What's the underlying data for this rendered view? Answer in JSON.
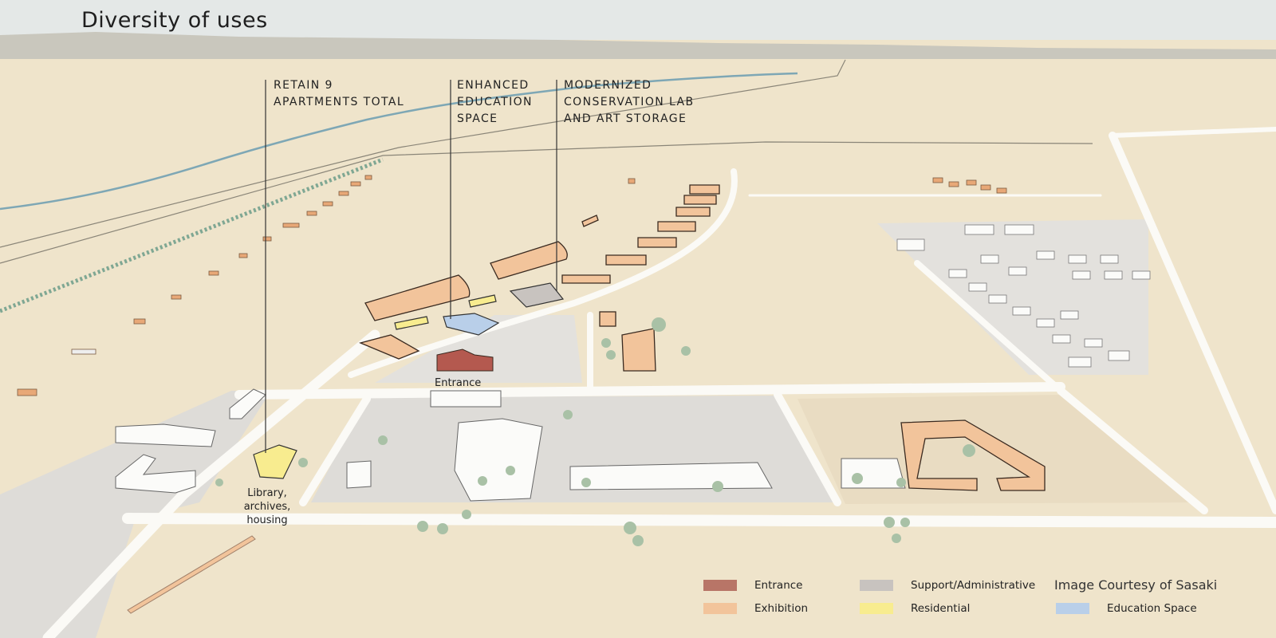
{
  "title": "Diversity of uses",
  "callouts": [
    {
      "line1": "RETAIN 9",
      "line2": "APARTMENTS TOTAL",
      "line3": ""
    },
    {
      "line1": "ENHANCED",
      "line2": "EDUCATION",
      "line3": "SPACE"
    },
    {
      "line1": "MODERNIZED",
      "line2": "CONSERVATION LAB",
      "line3": "AND ART STORAGE"
    }
  ],
  "labels": {
    "entrance": "Entrance",
    "library": [
      "Library,",
      "archives,",
      "housing"
    ]
  },
  "legend": [
    {
      "label": "Entrance",
      "color": "#b87567"
    },
    {
      "label": "Exhibition",
      "color": "#f2c49b"
    },
    {
      "label": "Support/Administrative",
      "color": "#c8c3bf"
    },
    {
      "label": "Residential",
      "color": "#f8ec8f"
    },
    {
      "label": "Education Space",
      "color": "#b9cfe9"
    }
  ],
  "credit": "Image Courtesy of Sasaki"
}
